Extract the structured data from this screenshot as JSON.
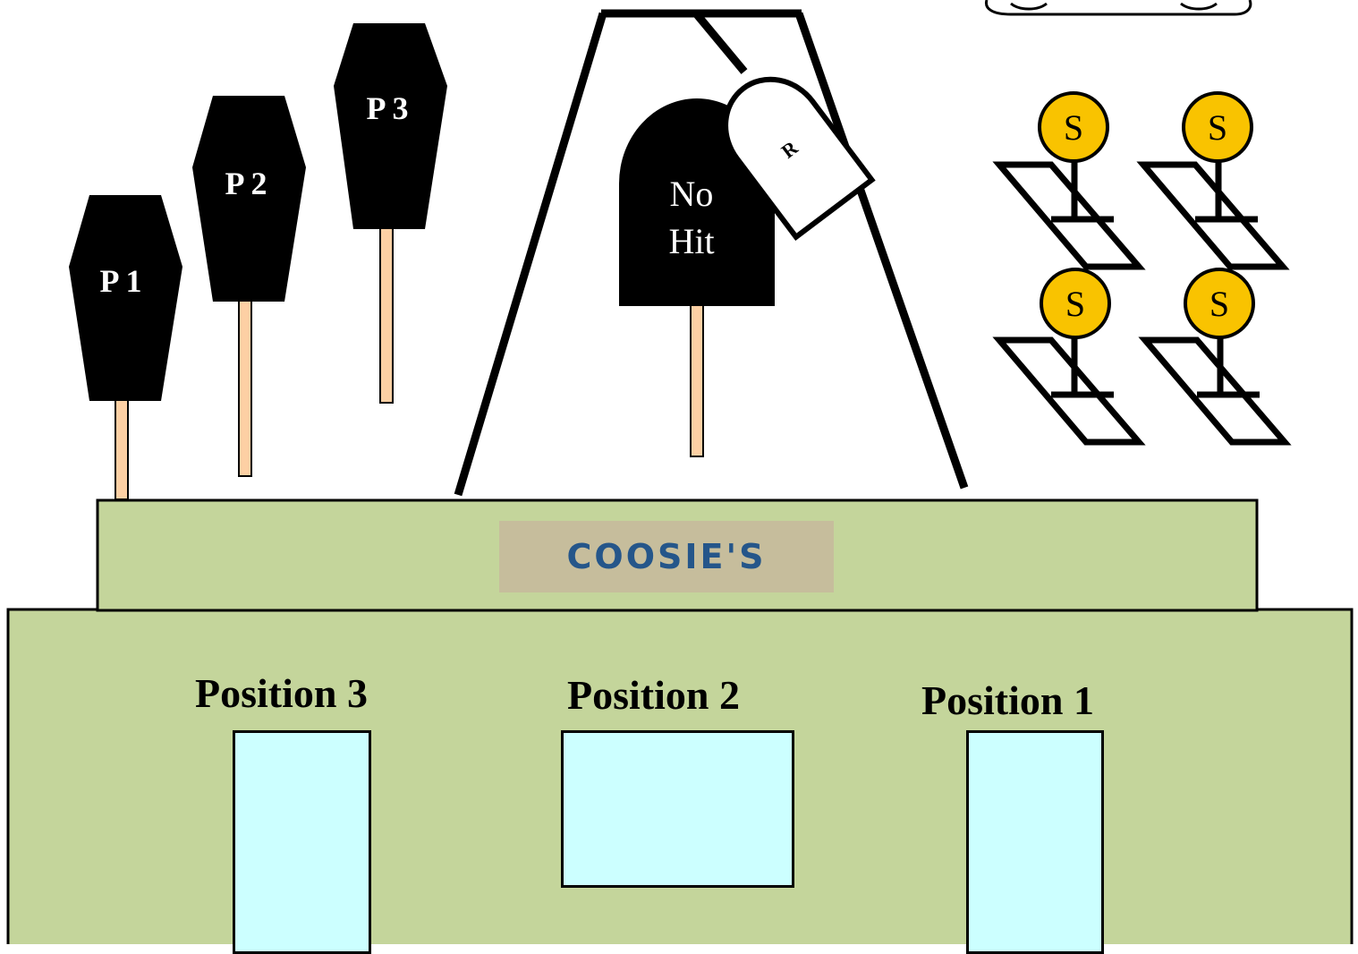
{
  "signs": {
    "p1": "P 1",
    "p2": "P 2",
    "p3": "P 3"
  },
  "batter_sign": {
    "line1": "No",
    "line2": "Hit",
    "tag": "R"
  },
  "safe_markers": [
    "S",
    "S",
    "S",
    "S"
  ],
  "building": {
    "brand": "COOSIE'S",
    "position_3": "Position 3",
    "position_2": "Position 2",
    "position_1": "Position 1"
  },
  "colors": {
    "building": "#c4d59b",
    "window": "#ccffff",
    "brand_bg": "#c6bd9c",
    "brand_text": "#25568a",
    "safe_circle": "#f9c300",
    "post": "#fdd0a4"
  }
}
